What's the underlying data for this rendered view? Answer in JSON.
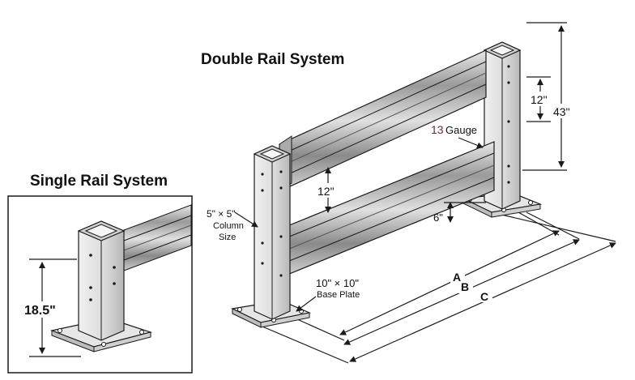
{
  "titles": {
    "double": "Double Rail System",
    "single": "Single Rail System"
  },
  "dimensions": {
    "height_total": "43\"",
    "rail_spacing_top": "12\"",
    "rail_spacing_mid": "12\"",
    "bottom_clearance": "6\"",
    "single_post_height": "18.5\""
  },
  "gauge": {
    "number": "13",
    "word": "Gauge"
  },
  "column": {
    "line1": "5\" × 5\"",
    "line2": "Column",
    "line3": "Size"
  },
  "base_plate": {
    "line1": "10\" × 10\"",
    "line2": "Base Plate"
  },
  "length_labels": {
    "a": "A",
    "b": "B",
    "c": "C"
  },
  "colors": {
    "line": "#1a1a1a",
    "rail_fill": "#c9c9c9",
    "rail_dark": "#8a8a8a",
    "post_fill": "#d6d6d6",
    "gauge_number": "#6b2a4a"
  }
}
